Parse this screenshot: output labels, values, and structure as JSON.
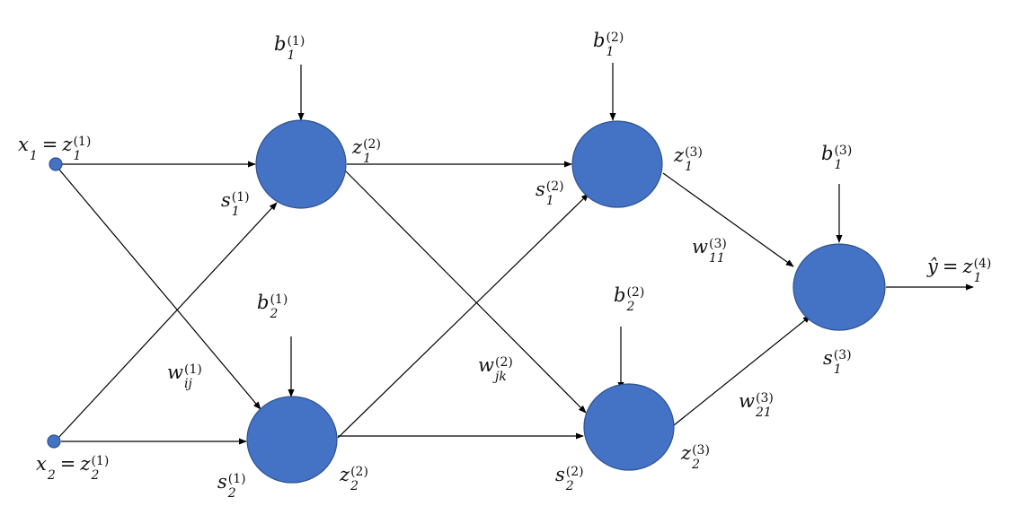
{
  "colors": {
    "node_fill": "#4472C4",
    "node_stroke": "#2F528F",
    "arrow": "#000000"
  },
  "labels": {
    "x1": {
      "base": "x",
      "base_sub": "1",
      "eq": "=",
      "rhs": "z",
      "sub": "1",
      "sup": "(1)"
    },
    "x2": {
      "base": "x",
      "base_sub": "2",
      "eq": "=",
      "rhs": "z",
      "sub": "2",
      "sup": "(1)"
    },
    "b1_1": {
      "base": "b",
      "sub": "1",
      "sup": "(1)"
    },
    "b2_1": {
      "base": "b",
      "sub": "2",
      "sup": "(1)"
    },
    "b1_2": {
      "base": "b",
      "sub": "1",
      "sup": "(2)"
    },
    "b2_2": {
      "base": "b",
      "sub": "2",
      "sup": "(2)"
    },
    "b1_3": {
      "base": "b",
      "sub": "1",
      "sup": "(3)"
    },
    "s1_1": {
      "base": "s",
      "sub": "1",
      "sup": "(1)"
    },
    "s2_1": {
      "base": "s",
      "sub": "2",
      "sup": "(1)"
    },
    "z1_2": {
      "base": "z",
      "sub": "1",
      "sup": "(2)"
    },
    "z2_2": {
      "base": "z",
      "sub": "2",
      "sup": "(2)"
    },
    "s1_2": {
      "base": "s",
      "sub": "1",
      "sup": "(2)"
    },
    "s2_2": {
      "base": "s",
      "sub": "2",
      "sup": "(2)"
    },
    "z1_3": {
      "base": "z",
      "sub": "1",
      "sup": "(3)"
    },
    "z2_3": {
      "base": "z",
      "sub": "2",
      "sup": "(3)"
    },
    "s1_3": {
      "base": "s",
      "sub": "1",
      "sup": "(3)"
    },
    "w_ij": {
      "base": "w",
      "sub": "ij",
      "sup": "(1)"
    },
    "w_jk": {
      "base": "w",
      "sub": "jk",
      "sup": "(2)"
    },
    "w11_3": {
      "base": "w",
      "sub": "11",
      "sup": "(3)"
    },
    "w21_3": {
      "base": "w",
      "sub": "21",
      "sup": "(3)"
    },
    "yhat": {
      "base": "ŷ",
      "eq": "=",
      "rhs": "z",
      "sub": "1",
      "sup": "(4)"
    }
  }
}
